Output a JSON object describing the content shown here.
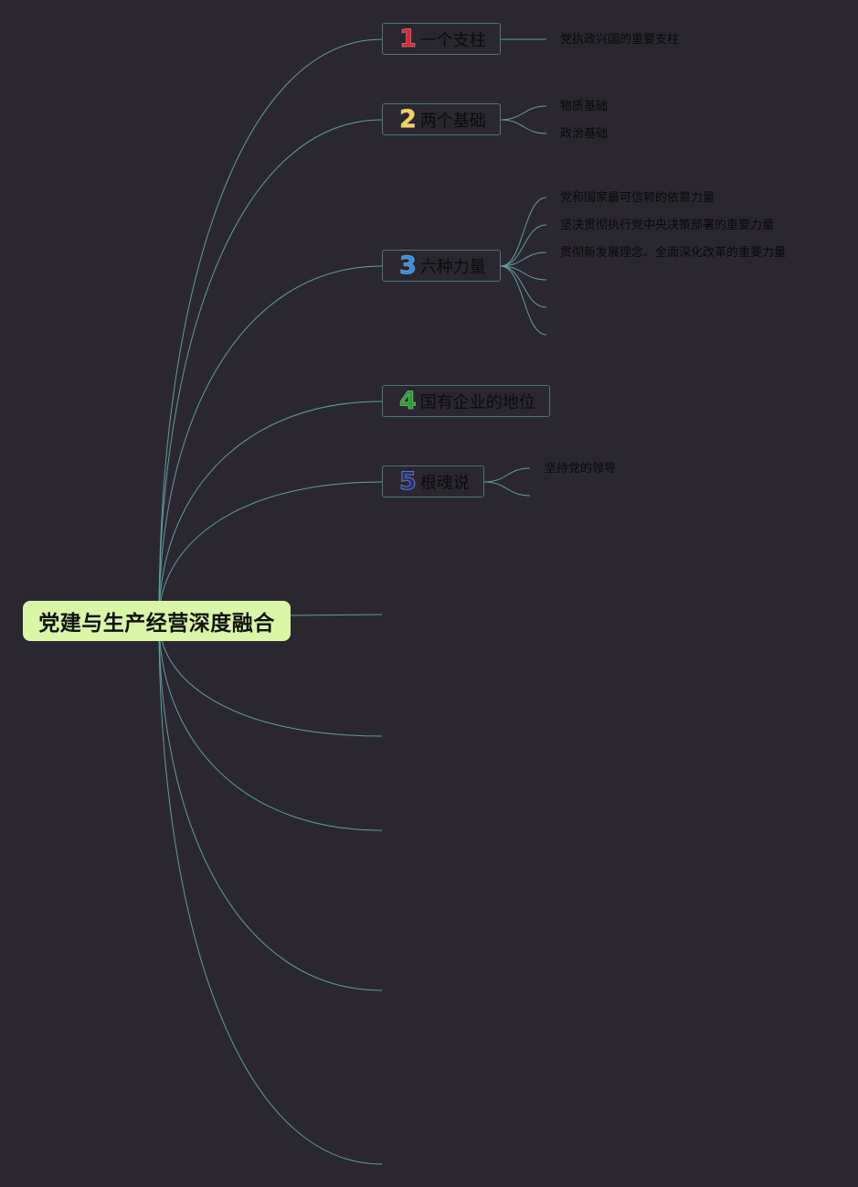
{
  "root": {
    "label": "党建与生产经营深度融合"
  },
  "branches": [
    {
      "number": "1",
      "label": "一个支柱",
      "number_color": "#e0202e",
      "children": [
        "党执政兴国的重要支柱"
      ]
    },
    {
      "number": "2",
      "label": "两个基础",
      "number_color": "#f6d24a",
      "children": [
        "物质基础",
        "政治基础"
      ]
    },
    {
      "number": "3",
      "label": "六种力量",
      "number_color": "#2e8fe8",
      "children": [
        "党和国家最可信赖的依靠力量",
        "坚决贯彻执行党中央决策部署的重要力量",
        "贯彻新发展理念、全面深化改革的重要力量",
        "",
        "",
        ""
      ]
    },
    {
      "number": "4",
      "label": "国有企业的地位",
      "number_color": "#22a32a",
      "children": []
    },
    {
      "number": "5",
      "label": "根魂说",
      "number_color": "#1f2f8e",
      "children": [
        "坚持党的领导",
        ""
      ]
    }
  ],
  "colors": {
    "background": "#2b2730",
    "root_fill": "#d8f6a6",
    "link": "#5e9ea0",
    "branch_border": "#4e7477"
  }
}
